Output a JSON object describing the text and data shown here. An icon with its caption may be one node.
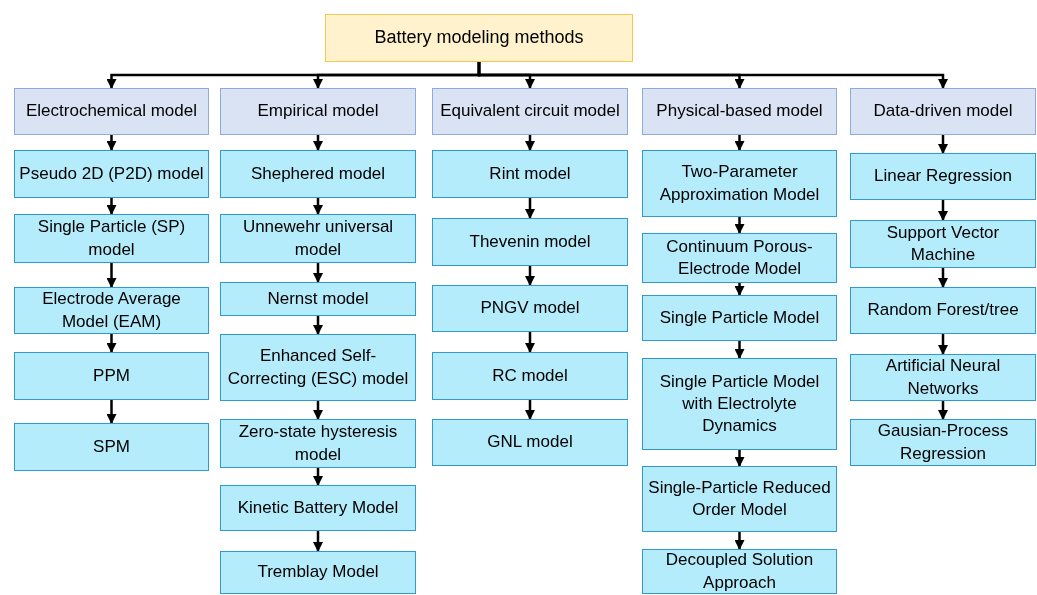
{
  "diagram": {
    "nodes": [
      {
        "text": [
          "Battery modeling methods"
        ]
      },
      {
        "text": [
          "Electrochemical model"
        ]
      },
      {
        "text": [
          "Pseudo 2D (P2D) model"
        ]
      },
      {
        "text": [
          "Single Particle (SP) model"
        ]
      },
      {
        "text": [
          "Electrode Average Model (EAM)"
        ]
      },
      {
        "text": [
          "PPM"
        ]
      },
      {
        "text": [
          "SPM"
        ]
      },
      {
        "text": [
          "Empirical model"
        ]
      },
      {
        "text": [
          "Shephered model"
        ]
      },
      {
        "text": [
          "Unnewehr universal model"
        ]
      },
      {
        "text": [
          "Nernst model"
        ]
      },
      {
        "text": [
          "Enhanced Self-Correcting (ESC) model"
        ]
      },
      {
        "text": [
          "Zero-state hysteresis model"
        ]
      },
      {
        "text": [
          "Kinetic Battery Model"
        ]
      },
      {
        "text": [
          "Tremblay Model"
        ]
      },
      {
        "text": [
          "Equivalent circuit model"
        ]
      },
      {
        "text": [
          "Rint model"
        ]
      },
      {
        "text": [
          "Thevenin model"
        ]
      },
      {
        "text": [
          "PNGV model"
        ]
      },
      {
        "text": [
          "RC model"
        ]
      },
      {
        "text": [
          "GNL model"
        ]
      },
      {
        "text": [
          "Physical-based model"
        ]
      },
      {
        "text": [
          "Two-Parameter Approximation Model"
        ]
      },
      {
        "text": [
          "Continuum Porous-Electrode Model"
        ]
      },
      {
        "text": [
          "Single Particle Model"
        ]
      },
      {
        "text": [
          "Single Particle Model with Electrolyte Dynamics"
        ]
      },
      {
        "text": [
          "Single-Particle Reduced Order Model"
        ]
      },
      {
        "text": [
          "Decoupled Solution Approach"
        ]
      },
      {
        "text": [
          "Data-driven model"
        ]
      },
      {
        "text": [
          "Linear Regression"
        ]
      },
      {
        "text": [
          "Support Vector Machine"
        ]
      },
      {
        "text": [
          "Random Forest/tree"
        ]
      },
      {
        "text": [
          "Artificial Neural Networks"
        ]
      },
      {
        "text": [
          "Gausian-Process Regression"
        ]
      }
    ],
    "edges": [
      {
        "from": 0,
        "to": 1,
        "arrow": "to"
      },
      {
        "from": 0,
        "to": 7,
        "arrow": "to"
      },
      {
        "from": 0,
        "to": 15,
        "arrow": "to"
      },
      {
        "from": 0,
        "to": 21,
        "arrow": "to"
      },
      {
        "from": 0,
        "to": 28,
        "arrow": "to"
      },
      {
        "from": 1,
        "to": 2,
        "arrow": "to"
      },
      {
        "from": 2,
        "to": 3,
        "arrow": "to"
      },
      {
        "from": 3,
        "to": 4,
        "arrow": "to"
      },
      {
        "from": 4,
        "to": 5,
        "arrow": "to"
      },
      {
        "from": 5,
        "to": 6,
        "arrow": "to"
      },
      {
        "from": 7,
        "to": 8,
        "arrow": "to"
      },
      {
        "from": 8,
        "to": 9,
        "arrow": "to"
      },
      {
        "from": 9,
        "to": 10,
        "arrow": "to"
      },
      {
        "from": 10,
        "to": 11,
        "arrow": "to"
      },
      {
        "from": 11,
        "to": 12,
        "arrow": "to"
      },
      {
        "from": 12,
        "to": 13,
        "arrow": "to"
      },
      {
        "from": 13,
        "to": 14,
        "arrow": "to"
      },
      {
        "from": 15,
        "to": 16,
        "arrow": "to"
      },
      {
        "from": 16,
        "to": 17,
        "arrow": "to"
      },
      {
        "from": 17,
        "to": 18,
        "arrow": "to"
      },
      {
        "from": 18,
        "to": 19,
        "arrow": "to"
      },
      {
        "from": 19,
        "to": 20,
        "arrow": "to"
      },
      {
        "from": 21,
        "to": 22,
        "arrow": "to"
      },
      {
        "from": 22,
        "to": 23,
        "arrow": "to"
      },
      {
        "from": 23,
        "to": 24,
        "arrow": "to"
      },
      {
        "from": 24,
        "to": 25,
        "arrow": "to"
      },
      {
        "from": 25,
        "to": 26,
        "arrow": "to"
      },
      {
        "from": 26,
        "to": 27,
        "arrow": "to"
      },
      {
        "from": 28,
        "to": 29,
        "arrow": "to"
      },
      {
        "from": 29,
        "to": 30,
        "arrow": "to"
      },
      {
        "from": 30,
        "to": 31,
        "arrow": "to"
      },
      {
        "from": 31,
        "to": 32,
        "arrow": "to"
      },
      {
        "from": 32,
        "to": 33,
        "arrow": "to"
      }
    ]
  }
}
